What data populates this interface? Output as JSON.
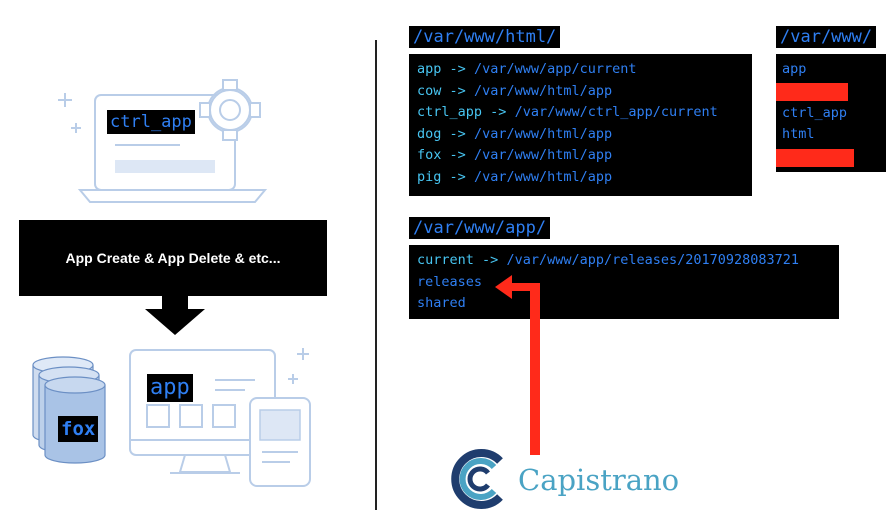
{
  "left_panel": {
    "top_laptop_label": "ctrl_app",
    "action_box_label": "App Create  &  App Delete & etc...",
    "monitor_label": "app",
    "database_label": "fox"
  },
  "html_dir": {
    "title": "/var/www/html/",
    "entries": [
      {
        "name": "app",
        "arrow": "->",
        "target": "/var/www/app/current"
      },
      {
        "name": "cow",
        "arrow": "->",
        "target": "/var/www/html/app"
      },
      {
        "name": "ctrl_app",
        "arrow": "->",
        "target": "/var/www/ctrl_app/current"
      },
      {
        "name": "dog",
        "arrow": "->",
        "target": "/var/www/html/app"
      },
      {
        "name": "fox",
        "arrow": "->",
        "target": "/var/www/html/app"
      },
      {
        "name": "pig",
        "arrow": "->",
        "target": "/var/www/html/app"
      }
    ]
  },
  "www_dir": {
    "title": "/var/www/",
    "entries": [
      "app",
      "",
      "ctrl_app",
      "html",
      ""
    ]
  },
  "app_dir": {
    "title": "/var/www/app/",
    "entries": [
      {
        "name": "current",
        "arrow": "->",
        "target": "/var/www/app/releases/20170928083721"
      },
      {
        "name": "releases"
      },
      {
        "name": "shared"
      }
    ]
  },
  "logo": {
    "name": "Capistrano"
  },
  "colors": {
    "terminal_blue": "#2f7ff2",
    "terminal_cyan": "#47c4f0",
    "highlight_red": "#ff2a1a",
    "illustration_blue": "#b9cde8",
    "capistrano_teal": "#4aa3c4"
  }
}
